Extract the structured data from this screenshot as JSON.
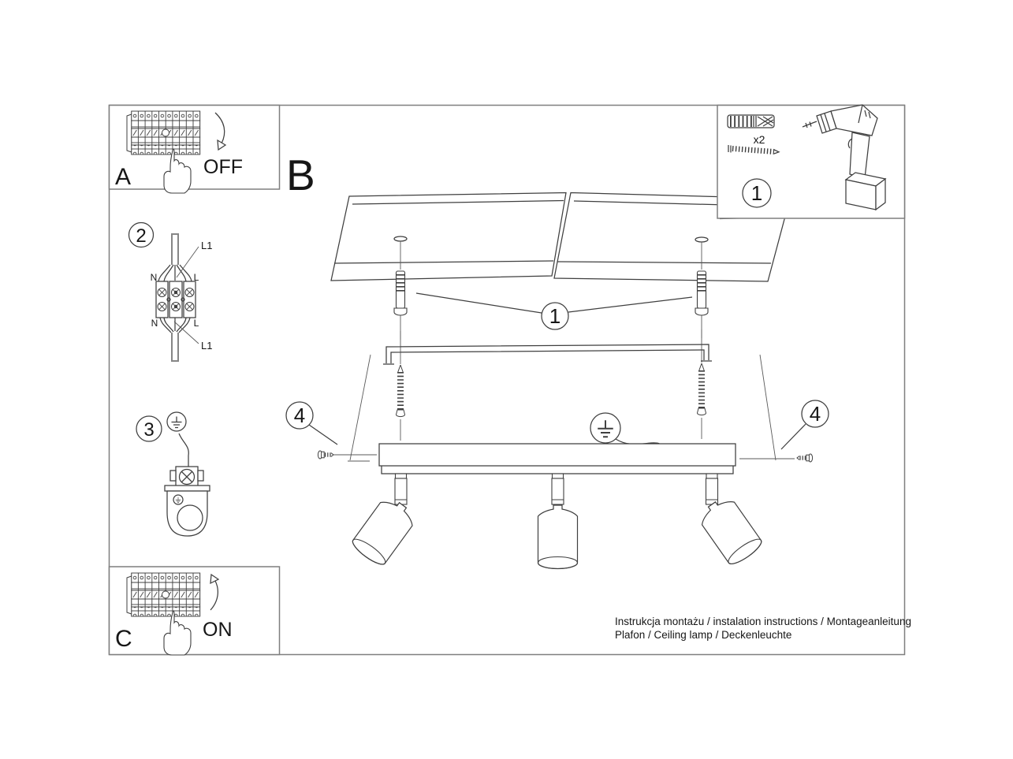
{
  "colors": {
    "paper": "#ffffff",
    "ink": "#3f3f3f",
    "frame": "#7f7f7f",
    "text": "#161616"
  },
  "panel_a": {
    "label": "A",
    "action": "OFF"
  },
  "panel_b": {
    "label": "B"
  },
  "panel_c": {
    "label": "C",
    "action": "ON"
  },
  "tools_panel": {
    "step": "1",
    "anchor_quantity": "x2"
  },
  "wiring_panel": {
    "step": "2",
    "live_top": "L1",
    "live_bottom": "L1",
    "neutral_top": "N",
    "line_top": "L",
    "neutral_bottom": "N",
    "line_bottom": "L"
  },
  "ground_panel": {
    "step": "3"
  },
  "callouts": {
    "anchors": "1",
    "mount_screw_left": "4",
    "mount_screw_right": "4"
  },
  "footer": {
    "line1": "Instrukcja montażu / instalation instructions / Montageanleitung",
    "line2": "Plafon / Ceiling lamp / Deckenleuchte"
  }
}
